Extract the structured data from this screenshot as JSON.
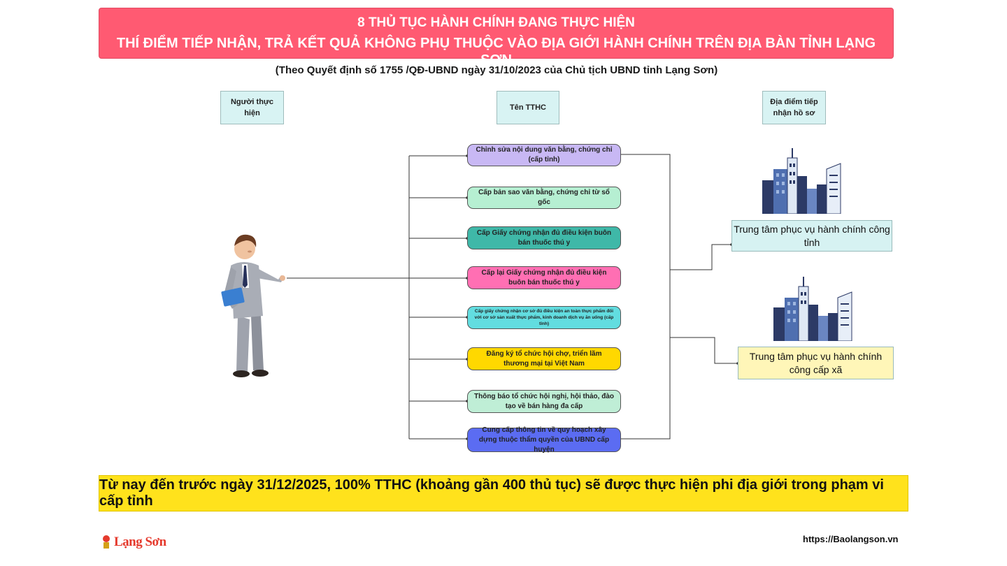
{
  "title": {
    "line1": "8 THỦ TỤC HÀNH CHÍNH ĐANG THỰC HIỆN",
    "line2": "THÍ ĐIỂM TIẾP NHẬN, TRẢ KẾT QUẢ KHÔNG PHỤ THUỘC VÀO ĐỊA GIỚI HÀNH CHÍNH TRÊN ĐỊA BÀN TỈNH LẠNG SƠN"
  },
  "subtitle": "(Theo Quyết định số 1755 /QĐ-UBND ngày 31/10/2023 của Chủ tịch UBND tỉnh Lạng Sơn)",
  "headers": {
    "performer": "Người thực hiện",
    "procedure": "Tên  TTHC",
    "location": "Địa điểm tiếp nhận hồ sơ"
  },
  "procedures": [
    "Chỉnh sửa nội dung văn bằng, chứng chỉ (cấp tỉnh)",
    "Cấp bản sao văn bằng, chứng chỉ từ sổ gốc",
    "Cấp Giấy chứng nhận đủ điều kiện buôn bán thuốc thú y",
    "Cấp lại Giấy chứng nhận đủ điều kiện buôn bán thuốc thú y",
    "Cấp giấy chứng nhận cơ sở đủ điều kiện an toàn thực phẩm đối với cơ sở sản xuất thực phẩm, kinh doanh dịch vụ ăn uống (cấp tỉnh)",
    "Đăng ký tổ chức hội chợ, triển lãm thương mại tại Việt Nam",
    "Thông báo tổ chức hội nghị, hội thảo, đào tạo về bán hàng đa cấp",
    "Cung cấp thông tin về quy hoạch xây dựng thuộc thẩm quyền của UBND cấp huyện"
  ],
  "procedure_colors": [
    "#c8b8f4",
    "#b6efd2",
    "#3fb8a8",
    "#ff6fb3",
    "#62dde0",
    "#ffd800",
    "#bfeed6",
    "#5b6cf2"
  ],
  "destinations": {
    "province": "Trung tâm phục vụ hành chính công tỉnh",
    "commune": "Trung tâm phục vụ hành chính công cấp xã"
  },
  "destination_colors": {
    "province": "#d6f2f2",
    "commune": "#fff6b8"
  },
  "banner": "Từ nay đến trước ngày 31/12/2025, 100% TTHC (khoảng gần 400 thủ tục) sẽ được thực hiện phi địa giới trong phạm vi cấp tỉnh",
  "footer": {
    "logo": "Lạng Sơn",
    "url": "https://Baolangson.vn"
  },
  "icons": [
    "businessman-illustration",
    "city-buildings-icon",
    "city-buildings-icon",
    "logo-emblem-icon"
  ]
}
